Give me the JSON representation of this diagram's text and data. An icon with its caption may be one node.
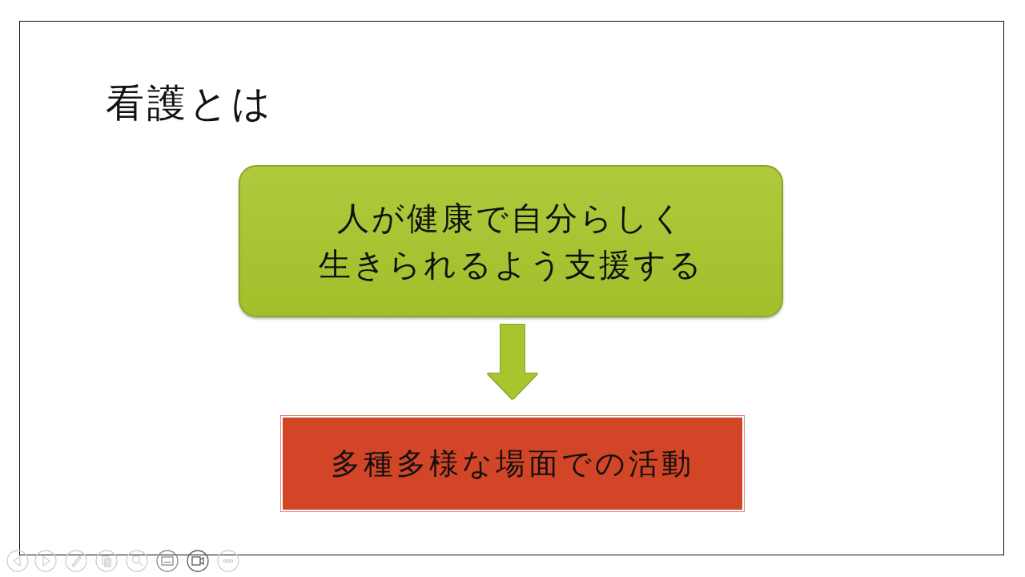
{
  "diagram": {
    "title": "看護とは",
    "nodes": [
      {
        "text": [
          "人が健康で自分らしく生きられるよう支援する"
        ]
      },
      {
        "text": [
          "多種多様な場面での活動"
        ]
      }
    ],
    "edges": [
      {
        "from": 0,
        "to": 1,
        "arrow": "to"
      }
    ]
  }
}
